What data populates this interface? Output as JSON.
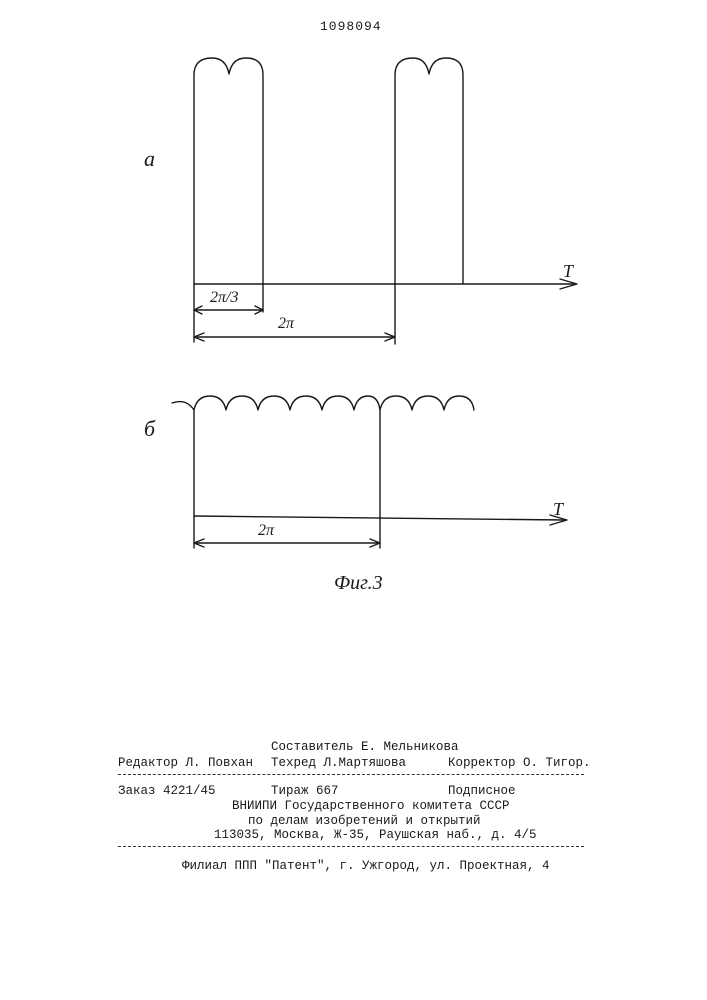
{
  "patent_number": "1098094",
  "figure": {
    "label_a": "а",
    "label_b": "б",
    "axis_a": "T",
    "axis_b": "T",
    "dim_a_short": "2π/3",
    "dim_a_long": "2π",
    "dim_b": "2π",
    "caption": "Фиг.3"
  },
  "imprint": {
    "compiler": "Составитель Е. Мельникова",
    "editor": "Редактор Л. Повхан",
    "techred": "Техред Л.Мартяшова",
    "corrector": "Корректор О. Тигор.",
    "order": "Заказ 4221/45",
    "circulation": "Тираж 667",
    "subscription": "Подписное",
    "org1": "ВНИИПИ Государственного комитета СССР",
    "org2": "по делам изобретений и открытий",
    "address": "113035, Москва, Ж-35, Раушская наб., д. 4/5",
    "branch": "Филиал ППП \"Патент\", г. Ужгород, ул. Проектная, 4"
  }
}
